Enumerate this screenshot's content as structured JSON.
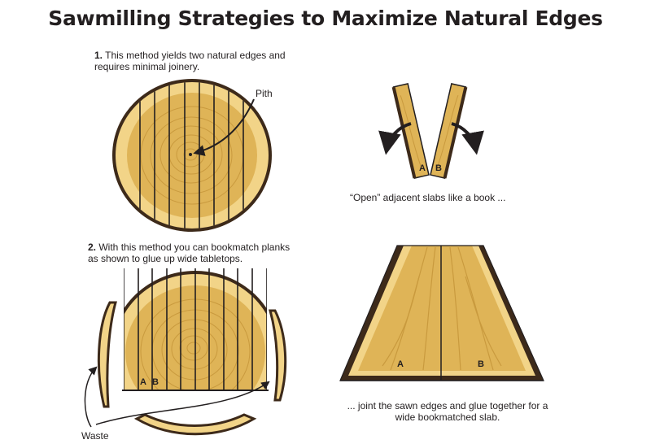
{
  "title": "Sawmilling Strategies to Maximize Natural Edges",
  "method1": {
    "number": "1.",
    "caption": "This method yields two natural edges and requires minimal joinery.",
    "pith_label": "Pith"
  },
  "method2": {
    "number": "2.",
    "caption": "With this method you can bookmatch planks as shown to glue up wide tabletops.",
    "waste_label": "Waste",
    "plank_a": "A",
    "plank_b": "B"
  },
  "open_step": {
    "caption": "“Open” adjacent slabs like a book ...",
    "slab_a": "A",
    "slab_b": "B"
  },
  "join_step": {
    "caption": "... joint the sawn edges and glue together for a wide bookmatched slab.",
    "slab_a": "A",
    "slab_b": "B"
  },
  "colors": {
    "bark": "#3d2a1a",
    "sapwood": "#f2d488",
    "heartwood": "#d8ad4e",
    "ring": "#c99a3e",
    "line": "#231f20"
  },
  "icons": [
    "curved-arrow-left-icon",
    "curved-arrow-right-icon",
    "pointer-arrow-icon"
  ]
}
